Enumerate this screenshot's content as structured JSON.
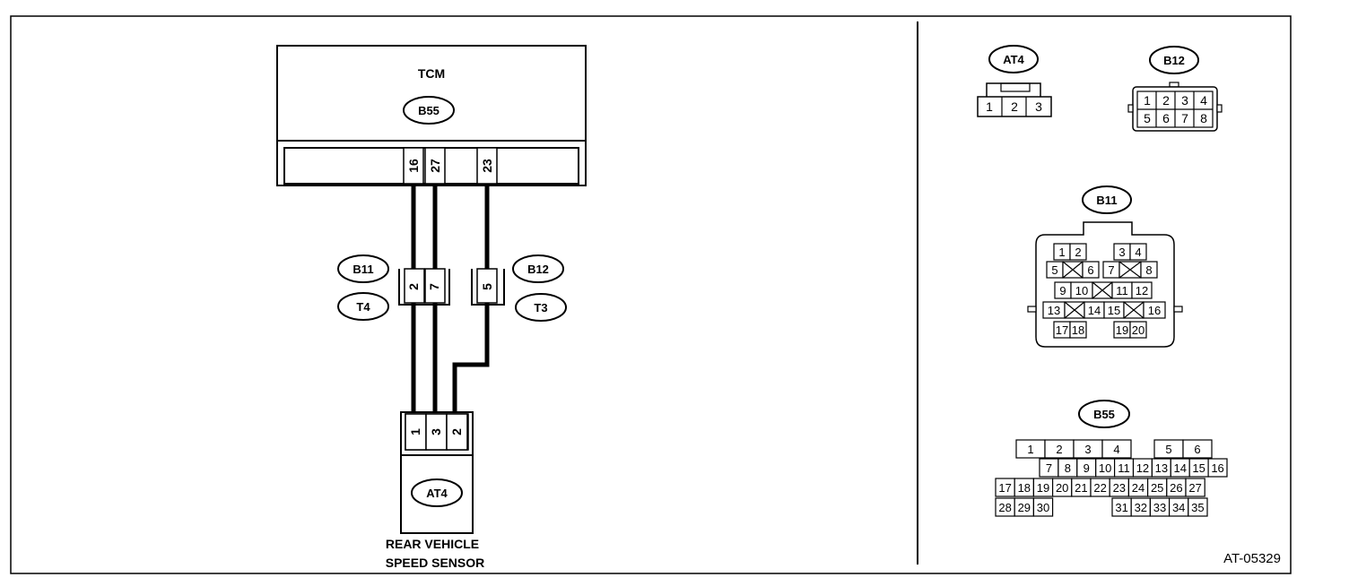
{
  "tcm": {
    "title": "TCM",
    "connector": "B55",
    "pins": [
      "16",
      "27",
      "23"
    ]
  },
  "junctions": [
    {
      "connectors": [
        "B11",
        "T4"
      ],
      "pins": [
        "2",
        "7"
      ]
    },
    {
      "connectors": [
        "B12",
        "T3"
      ],
      "pins": [
        "5"
      ]
    }
  ],
  "sensor": {
    "connector": "AT4",
    "pins": [
      "1",
      "3",
      "2"
    ],
    "label_line1": "REAR VEHICLE",
    "label_line2": "SPEED SENSOR"
  },
  "connector_views": {
    "at4": {
      "label": "AT4",
      "pins": [
        "1",
        "2",
        "3"
      ]
    },
    "b12": {
      "label": "B12",
      "row1": [
        "1",
        "2",
        "3",
        "4"
      ],
      "row2": [
        "5",
        "6",
        "7",
        "8"
      ]
    },
    "b11": {
      "label": "B11",
      "pins": [
        "1",
        "2",
        "3",
        "4",
        "5",
        "6",
        "7",
        "8",
        "9",
        "10",
        "11",
        "12",
        "13",
        "14",
        "15",
        "16",
        "17",
        "18",
        "19",
        "20"
      ]
    },
    "b55": {
      "label": "B55",
      "row1": [
        "1",
        "2",
        "3",
        "4",
        "5",
        "6"
      ],
      "row2": [
        "7",
        "8",
        "9",
        "10",
        "11",
        "12",
        "13",
        "14",
        "15",
        "16"
      ],
      "row3": [
        "17",
        "18",
        "19",
        "20",
        "21",
        "22",
        "23",
        "24",
        "25",
        "26",
        "27"
      ],
      "row4": [
        "28",
        "29",
        "30",
        "31",
        "32",
        "33",
        "34",
        "35"
      ]
    }
  },
  "figure_id": "AT-05329"
}
